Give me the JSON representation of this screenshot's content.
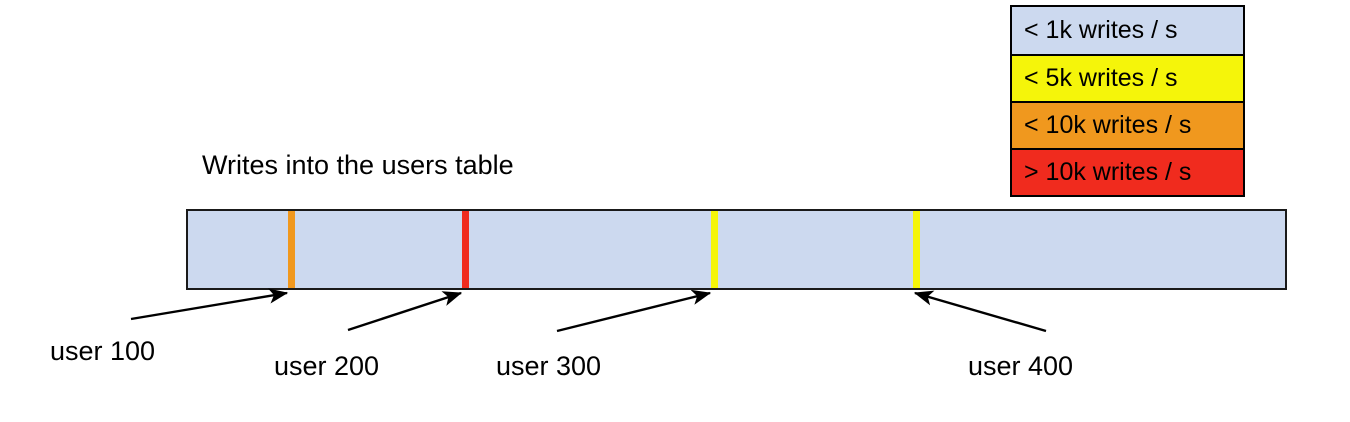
{
  "chart_data": {
    "type": "bar",
    "title": "Writes into the users table",
    "xlabel": "",
    "ylabel": "",
    "description": "Horizontal key-range bar for the users table showing write-rate hot spots at individual user keys.",
    "bar": {
      "base_color": "#ccd9ef",
      "base_category": "< 1k writes / s",
      "border_color": "#1a1a1a"
    },
    "categories": [
      "user 100",
      "user 200",
      "user 300",
      "user 400"
    ],
    "markers": [
      {
        "label": "user 100",
        "position_pct": 9.4,
        "band": "< 10k writes / s",
        "color": "#f0981e"
      },
      {
        "label": "user 200",
        "position_pct": 25.2,
        "band": "> 10k writes / s",
        "color": "#f02b1e"
      },
      {
        "label": "user 300",
        "position_pct": 47.8,
        "band": "< 5k writes / s",
        "color": "#f5f50a"
      },
      {
        "label": "user 400",
        "position_pct": 66.2,
        "band": "< 5k writes / s",
        "color": "#f5f50a"
      }
    ],
    "legend": {
      "position": "top-right",
      "entries": [
        {
          "label": "< 1k writes / s",
          "color": "#ccd9ef"
        },
        {
          "label": "< 5k writes / s",
          "color": "#f5f50a"
        },
        {
          "label": "< 10k writes / s",
          "color": "#f0981e"
        },
        {
          "label": "> 10k writes / s",
          "color": "#f02b1e"
        }
      ]
    },
    "grid": false
  },
  "title": {
    "text": "Writes into the users table"
  },
  "legend": {
    "entries": [
      {
        "label": "< 1k writes / s",
        "color": "#ccd9ef"
      },
      {
        "label": "< 5k writes / s",
        "color": "#f5f50a"
      },
      {
        "label": "< 10k writes / s",
        "color": "#f0981e"
      },
      {
        "label": "> 10k writes / s",
        "color": "#f02b1e"
      }
    ]
  },
  "callouts": [
    {
      "label": "user 100"
    },
    {
      "label": "user 200"
    },
    {
      "label": "user 300"
    },
    {
      "label": "user 400"
    }
  ]
}
